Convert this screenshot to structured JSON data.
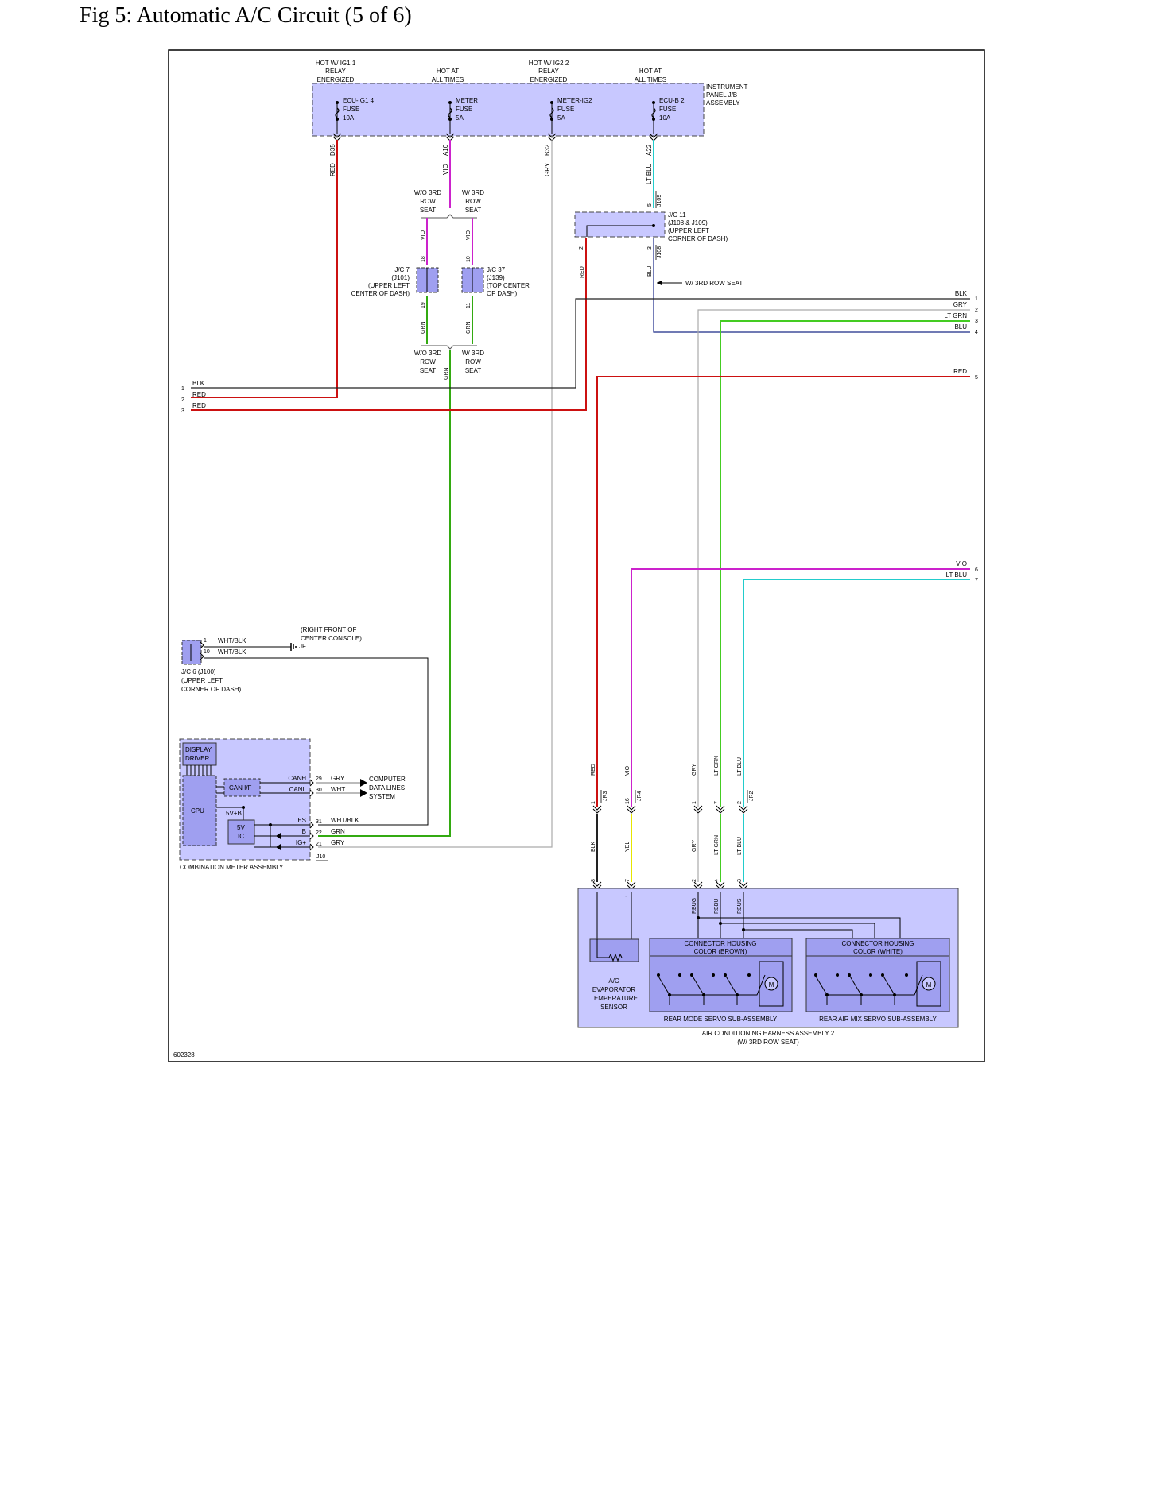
{
  "page": {
    "title": "Fig 5: Automatic A/C Circuit (5 of 6)",
    "figure_id": "602328"
  },
  "colors": {
    "red": "#cc1111",
    "vio": "#cc22cc",
    "gry": "#aaaaaa",
    "ltblu": "#22cccc",
    "blu": "#1a2a88",
    "grn": "#33aa11",
    "ltgrn": "#44cc22",
    "blk": "#222222",
    "yel": "#e6e600",
    "box_fill": "#c8c8ff",
    "part_fill": "#9f9ff0"
  },
  "top": {
    "src1": [
      "HOT W/ IG1 1",
      "RELAY",
      "ENERGIZED"
    ],
    "src2": [
      "HOT AT",
      "ALL TIMES"
    ],
    "src3": [
      "HOT W/ IG2 2",
      "RELAY",
      "ENERGIZED"
    ],
    "src4": [
      "HOT AT",
      "ALL TIMES"
    ],
    "jb": [
      "INSTRUMENT",
      "PANEL J/B",
      "ASSEMBLY"
    ],
    "fuse1": [
      "ECU-IG1 4",
      "FUSE",
      "10A"
    ],
    "fuse2": [
      "METER",
      "FUSE",
      "5A"
    ],
    "fuse3": [
      "METER-IG2",
      "FUSE",
      "5A"
    ],
    "fuse4": [
      "ECU-B 2",
      "FUSE",
      "10A"
    ],
    "pin1": "D35",
    "pin2": "A10",
    "pin3": "B32",
    "pin4": "A22",
    "wire1": "RED",
    "wire2": "VIO",
    "wire3": "GRY",
    "wire4": "LT BLU"
  },
  "jc11": {
    "label": [
      "J/C 11",
      "(J108 & J109)",
      "(UPPER LEFT",
      "CORNER OF DASH)"
    ],
    "pin_top": "5",
    "conn_top": "J109",
    "pin_bl": "2",
    "pin_br": "3",
    "conn_bot": "J108",
    "wire_left": "RED",
    "wire_right": "BLU",
    "note": "W/ 3RD ROW SEAT"
  },
  "mid": {
    "wo3rd_top": [
      "W/O 3RD",
      "ROW",
      "SEAT"
    ],
    "w3rd_top": [
      "W/ 3RD",
      "ROW",
      "SEAT"
    ],
    "wire_vio": "VIO",
    "pin18": "18",
    "pin10": "10",
    "pin19": "19",
    "pin11": "11",
    "jc7": [
      "J/C 7",
      "(J101)",
      "(UPPER LEFT",
      "CENTER OF DASH)"
    ],
    "jc37": [
      "J/C 37",
      "(J139)",
      "(TOP CENTER",
      "OF DASH)"
    ],
    "wire_grn": "GRN",
    "wo3rd_bot": [
      "W/O 3RD",
      "ROW",
      "SEAT"
    ],
    "w3rd_bot": [
      "W/ 3RD",
      "ROW",
      "SEAT"
    ]
  },
  "left_offpage": {
    "rows": [
      {
        "num": "1",
        "color": "BLK"
      },
      {
        "num": "2",
        "color": "RED"
      },
      {
        "num": "3",
        "color": "RED"
      }
    ]
  },
  "right_offpage": {
    "rows": [
      {
        "num": "1",
        "color": "BLK"
      },
      {
        "num": "2",
        "color": "GRY"
      },
      {
        "num": "3",
        "color": "LT GRN"
      },
      {
        "num": "4",
        "color": "BLU"
      },
      {
        "num": "5",
        "color": "RED"
      },
      {
        "num": "6",
        "color": "VIO"
      },
      {
        "num": "7",
        "color": "LT BLU"
      }
    ]
  },
  "jc6": {
    "location": [
      "(RIGHT FRONT OF",
      "CENTER CONSOLE)"
    ],
    "ground": "JF",
    "pin1": "1",
    "pin10": "10",
    "wire": "WHT/BLK",
    "label": [
      "J/C 6 (J100)",
      "(UPPER LEFT",
      "CORNER OF DASH)"
    ]
  },
  "meter": {
    "display_driver": [
      "DISPLAY",
      "DRIVER"
    ],
    "cpu": "CPU",
    "can_if": "CAN I/F",
    "five_v_b": "5V+B",
    "five_v_ic": [
      "5V",
      "IC"
    ],
    "terms": [
      {
        "name": "CANH",
        "pin": "29",
        "wire": "GRY"
      },
      {
        "name": "CANL",
        "pin": "30",
        "wire": "WHT"
      },
      {
        "name": "ES",
        "pin": "31",
        "wire": "WHT/BLK"
      },
      {
        "name": "B",
        "pin": "22",
        "wire": "GRN"
      },
      {
        "name": "IG+",
        "pin": "21",
        "wire": "GRY"
      }
    ],
    "data_lines": [
      "COMPUTER",
      "DATA LINES",
      "SYSTEM"
    ],
    "conn": "J10",
    "label": "COMBINATION METER ASSEMBLY"
  },
  "harness_conn": {
    "upper": [
      {
        "pin": "1",
        "conn": "JR3",
        "wire": "RED"
      },
      {
        "pin": "16",
        "conn": "JR4",
        "wire": "VIO"
      },
      {
        "pin": "1",
        "conn": "",
        "wire": "GRY"
      },
      {
        "pin": "7",
        "conn": "",
        "wire": "LT GRN"
      },
      {
        "pin": "2",
        "conn": "JR2",
        "wire": "LT BLU"
      }
    ],
    "lower": [
      {
        "pin": "8",
        "wire": "BLK"
      },
      {
        "pin": "7",
        "wire": "YEL"
      },
      {
        "pin": "2",
        "wire": "GRY"
      },
      {
        "pin": "4",
        "wire": "LT GRN"
      },
      {
        "pin": "3",
        "wire": "LT BLU"
      }
    ]
  },
  "ac_harness": {
    "plus": "+",
    "minus": "-",
    "sig1": "RBUG",
    "sig2": "RBBU",
    "sig3": "RBUS",
    "sensor": [
      "A/C",
      "EVAPORATOR",
      "TEMPERATURE",
      "SENSOR"
    ],
    "brown": [
      "CONNECTOR HOUSING",
      "COLOR (BROWN)"
    ],
    "white": [
      "CONNECTOR HOUSING",
      "COLOR (WHITE)"
    ],
    "motor": "M",
    "rear_mode": "REAR MODE SERVO SUB-ASSEMBLY",
    "rear_airmix": "REAR AIR MIX SERVO SUB-ASSEMBLY",
    "label": [
      "AIR CONDITIONING HARNESS ASSEMBLY 2",
      "(W/ 3RD ROW SEAT)"
    ]
  }
}
